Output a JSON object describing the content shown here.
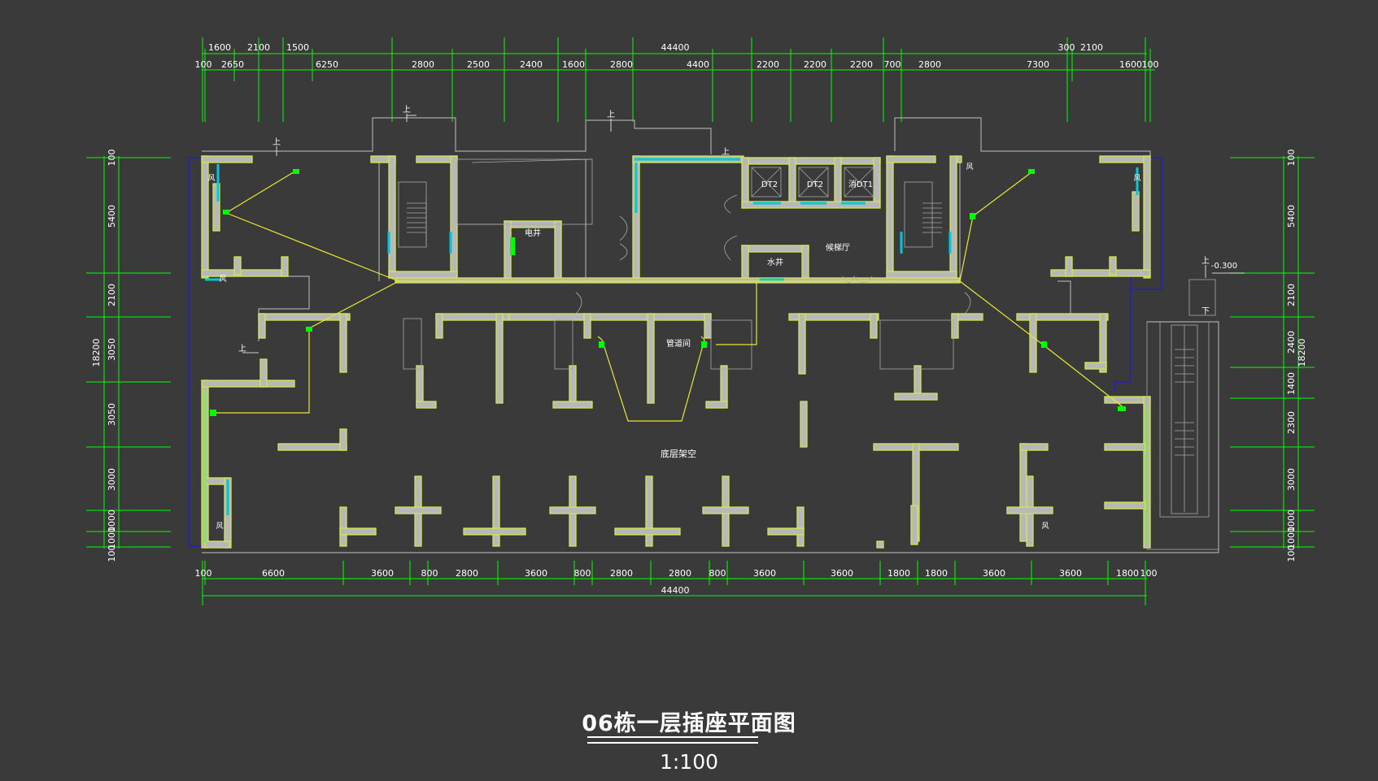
{
  "drawing": {
    "title": "06栋一层插座平面图",
    "scale": "1:100"
  },
  "dimensions": {
    "top_overall": "44400",
    "top_row1": [
      "1600",
      "2100",
      "1500",
      "300",
      "2100"
    ],
    "top_row2": [
      "100",
      "2650",
      "6250",
      "2800",
      "2500",
      "2400",
      "1600",
      "2800",
      "4400",
      "2200",
      "2200",
      "2200",
      "700",
      "2800",
      "7300",
      "1600",
      "100"
    ],
    "bottom_row": [
      "100",
      "6600",
      "3600",
      "800",
      "2800",
      "3600",
      "800",
      "2800",
      "2800",
      "800",
      "3600",
      "3600",
      "1800",
      "1800",
      "3600",
      "3600",
      "1800",
      "100"
    ],
    "bottom_overall": "44400",
    "left_overall": "18200",
    "left": [
      "100",
      "5400",
      "2100",
      "3050",
      "3050",
      "3000",
      "1000",
      "1000",
      "100"
    ],
    "right_overall": "18200",
    "right": [
      "100",
      "5400",
      "2100",
      "2400",
      "1400",
      "2300",
      "3000",
      "1000",
      "1000",
      "100"
    ]
  },
  "rooms": {
    "elevator_2": "DT2",
    "elevator_2b": "DT2",
    "elevator_1": "消DT1",
    "lobby": "候梯厅",
    "electric_shaft": "电井",
    "water_shaft": "水井",
    "pipe_room": "管道间",
    "ground_floor": "底层架空",
    "wind_1": "风",
    "wind_2": "风",
    "wind_3": "风",
    "wind_4": "风",
    "wind_5": "风",
    "wind_6": "风"
  },
  "marks": {
    "up": "上",
    "down": "下",
    "level": "-0.300"
  },
  "colors": {
    "background": "#3a3a3a",
    "dimension": "#00ff00",
    "wall_fill": "#b8b8b8",
    "wall_edge": "#d4e84a",
    "wire": "#e8e830",
    "window": "#00c8d8",
    "outline": "#a8a8a8",
    "blue_line": "#2020c8",
    "socket": "#00ff00"
  }
}
